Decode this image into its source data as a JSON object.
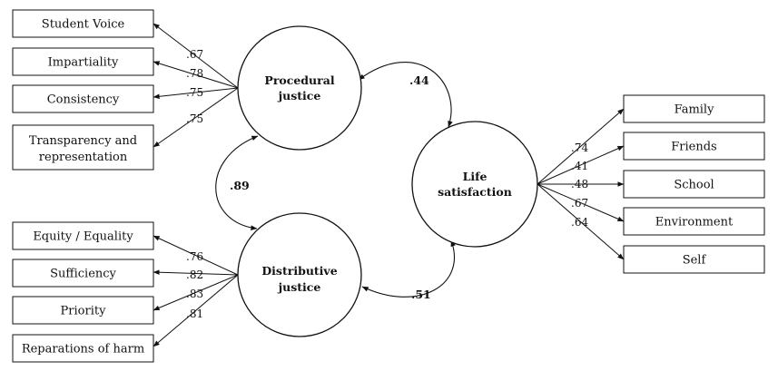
{
  "latents": {
    "procedural": {
      "lines": [
        "Procedural",
        "justice"
      ]
    },
    "distributive": {
      "lines": [
        "Distributive",
        "justice"
      ]
    },
    "life": {
      "lines": [
        "Life",
        "satisfaction"
      ]
    }
  },
  "indicators": {
    "procedural": [
      {
        "lines": [
          "Student Voice"
        ],
        "loading": ".67"
      },
      {
        "lines": [
          "Impartiality"
        ],
        "loading": ".78"
      },
      {
        "lines": [
          "Consistency"
        ],
        "loading": ".75"
      },
      {
        "lines": [
          "Transparency and",
          "representation"
        ],
        "loading": ".75"
      }
    ],
    "distributive": [
      {
        "lines": [
          "Equity / Equality"
        ],
        "loading": ".76"
      },
      {
        "lines": [
          "Sufficiency"
        ],
        "loading": ".82"
      },
      {
        "lines": [
          "Priority"
        ],
        "loading": ".83"
      },
      {
        "lines": [
          "Reparations of harm"
        ],
        "loading": ".81"
      }
    ],
    "life": [
      {
        "lines": [
          "Family"
        ],
        "loading": ".74"
      },
      {
        "lines": [
          "Friends"
        ],
        "loading": ".41"
      },
      {
        "lines": [
          "School"
        ],
        "loading": ".48"
      },
      {
        "lines": [
          "Environment"
        ],
        "loading": ".67"
      },
      {
        "lines": [
          "Self"
        ],
        "loading": ".64"
      }
    ]
  },
  "correlations": {
    "procedural_life": ".44",
    "procedural_distributive": ".89",
    "distributive_life": ".51"
  }
}
